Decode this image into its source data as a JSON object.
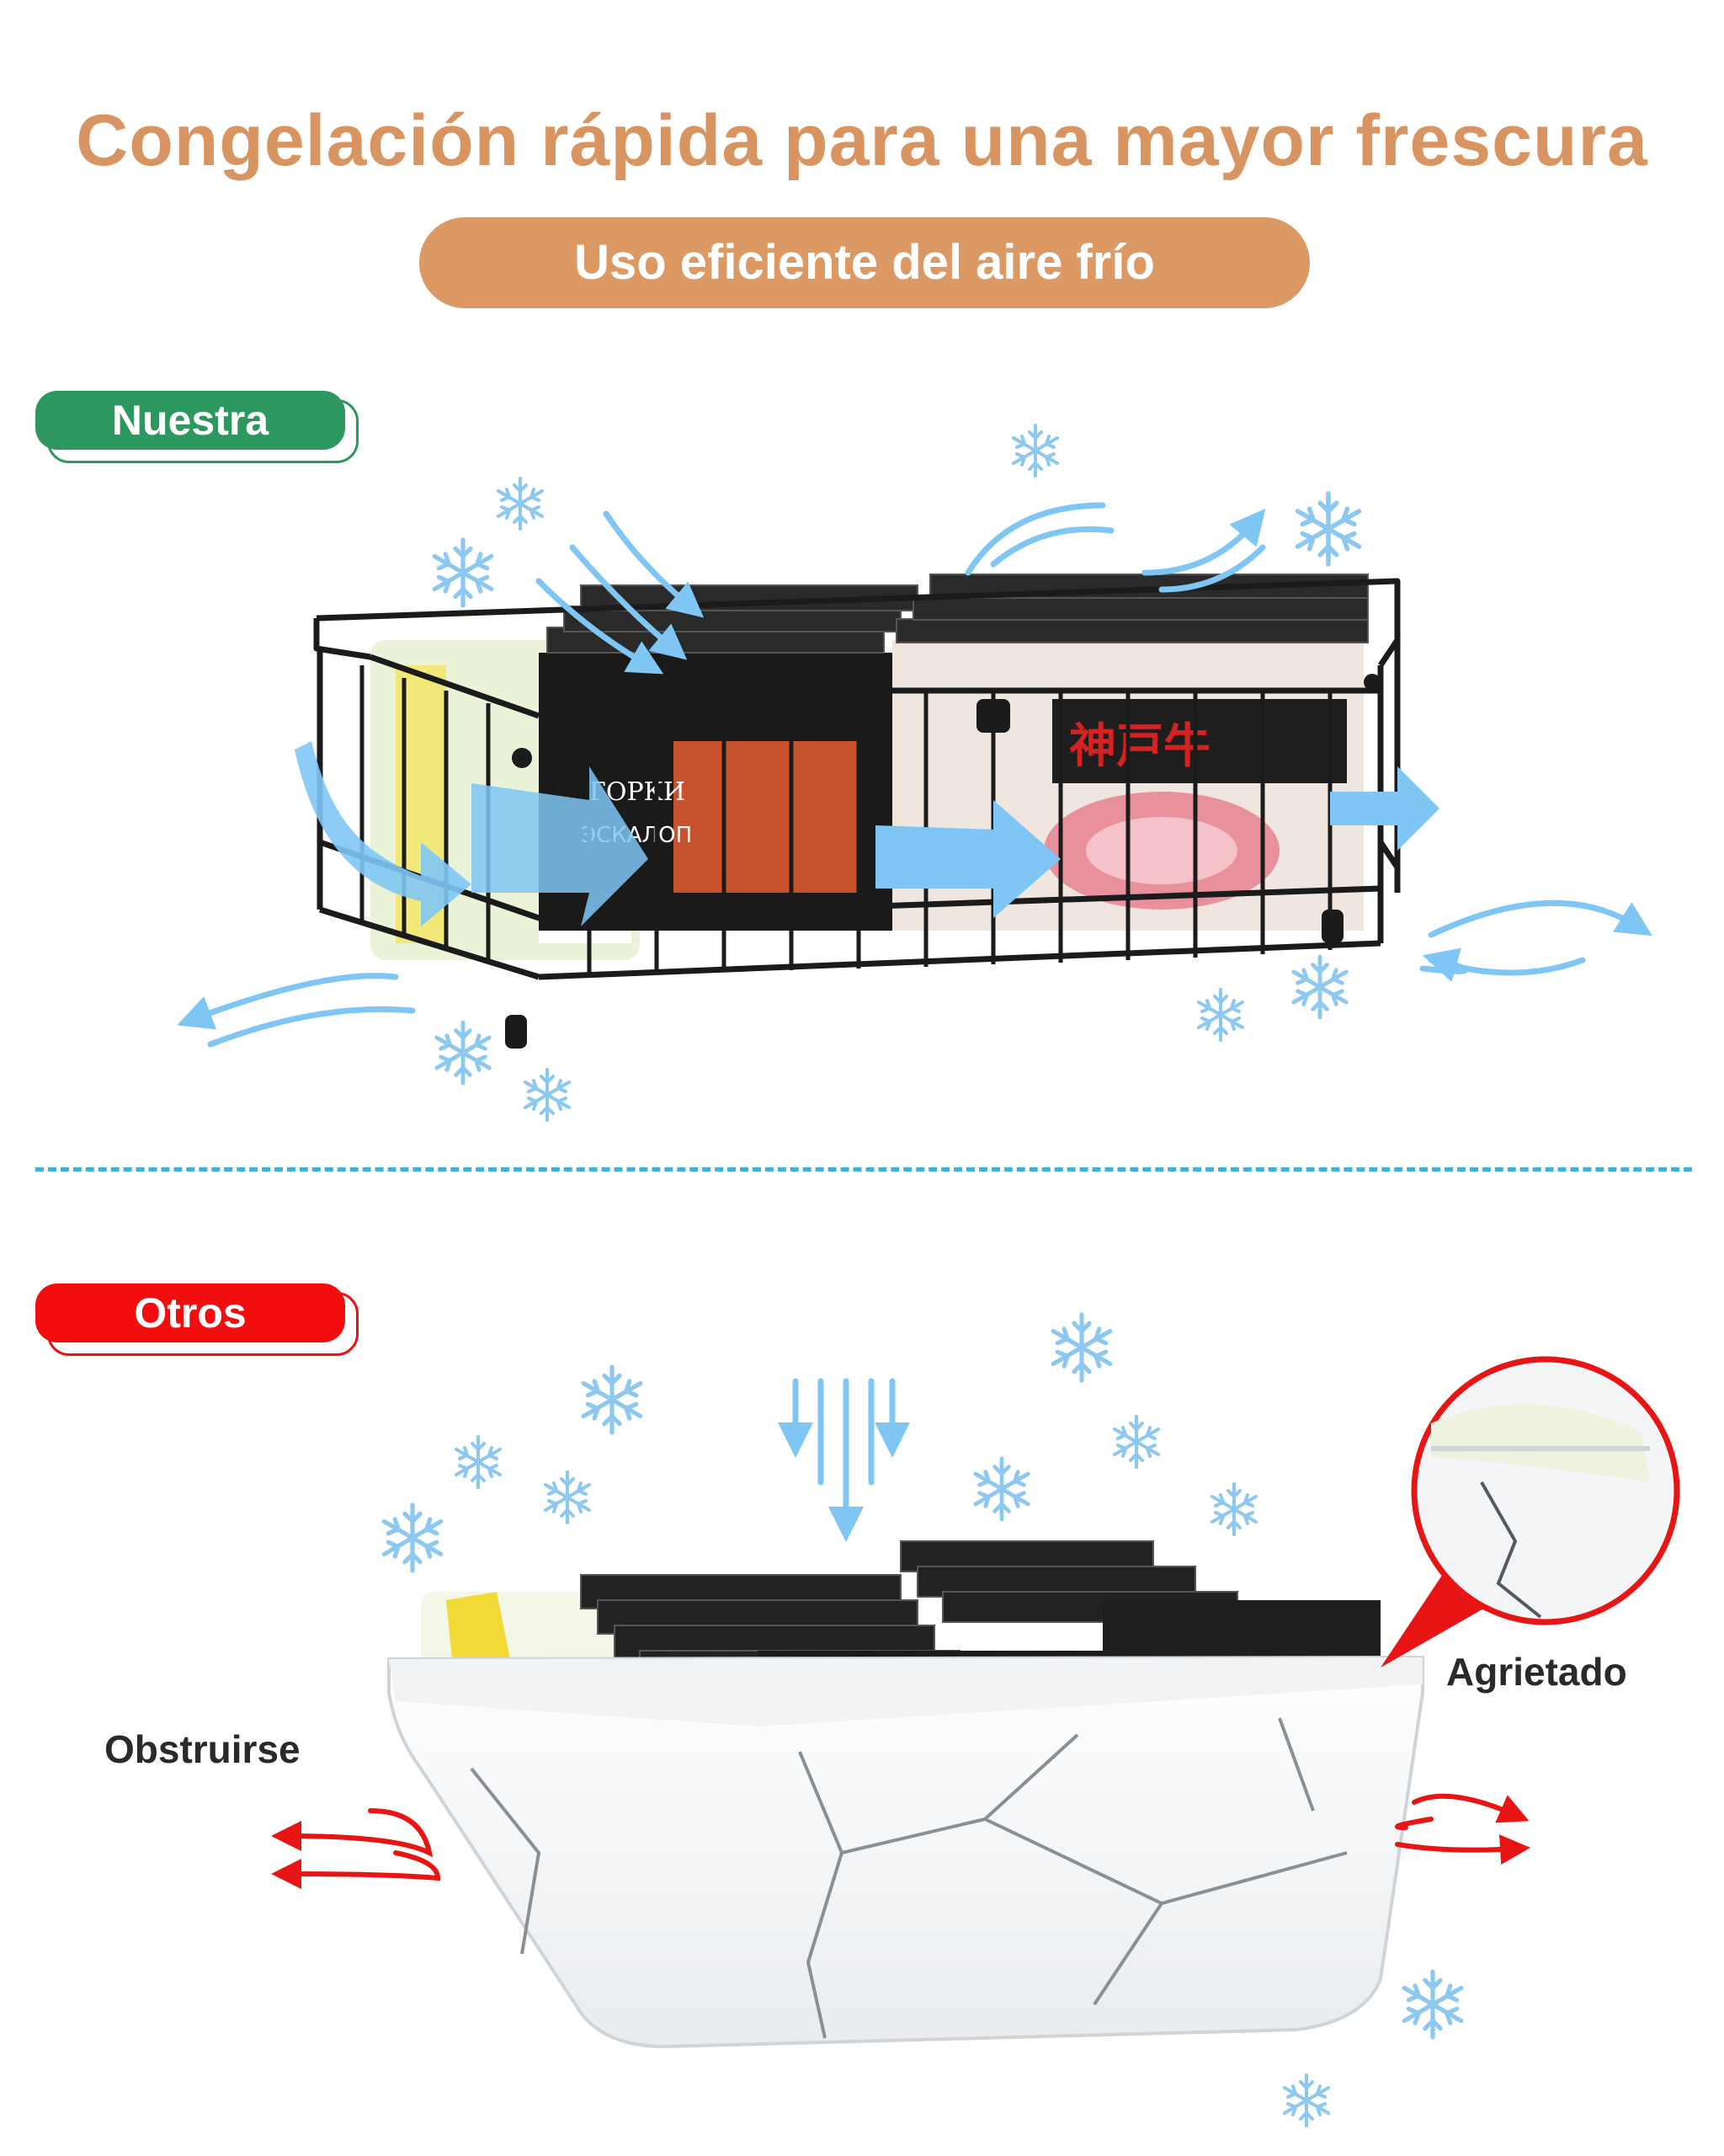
{
  "header": {
    "title": "Congelación rápida para una mayor frescura",
    "subtitle": "Uso eficiente del aire frío"
  },
  "sections": {
    "ours": {
      "tag": "Nuestra"
    },
    "others": {
      "tag": "Otros",
      "label_left": "Obstruirse",
      "label_right": "Agrietado"
    }
  },
  "colors": {
    "title": "#d99561",
    "pill": "#dc9964",
    "ours_tag": "#2d9760",
    "others_tag": "#f20e0e",
    "divider": "#3cb3dc",
    "airflow_cold": "#7fc6f5",
    "airflow_blocked": "#e81515"
  },
  "icons": [
    "snowflake-icon",
    "cold-air-arrow-icon",
    "blocked-air-arrow-icon",
    "magnifier-circle-icon"
  ]
}
